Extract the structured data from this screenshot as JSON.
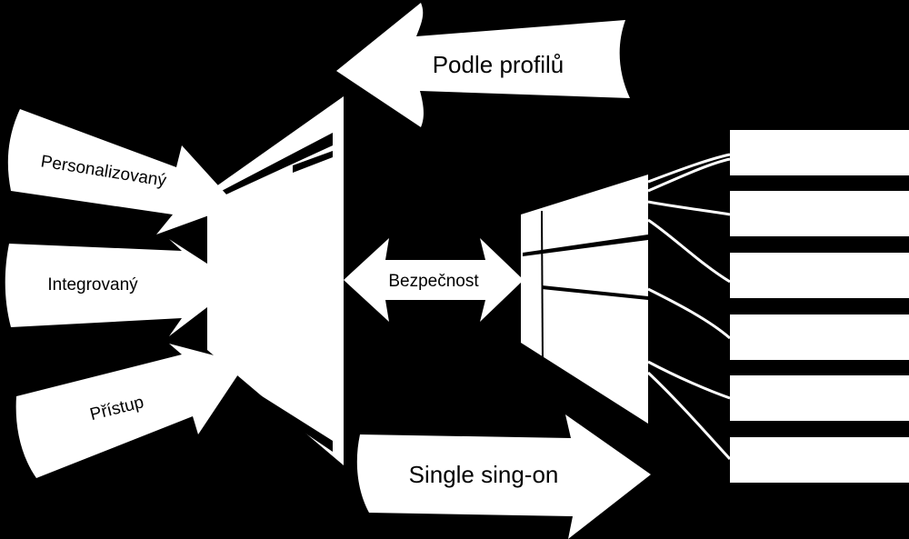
{
  "colors": {
    "background": "#000000",
    "foreground": "#ffffff",
    "text": "#000000"
  },
  "labels": {
    "profile": "Podle profilů",
    "personalized": "Personalizovaný",
    "integrated": "Integrovaný",
    "access": "Přístup",
    "security": "Bezpečnost",
    "sso": "Single sing-on"
  },
  "systems": [
    "",
    "",
    "",
    "",
    "",
    ""
  ]
}
